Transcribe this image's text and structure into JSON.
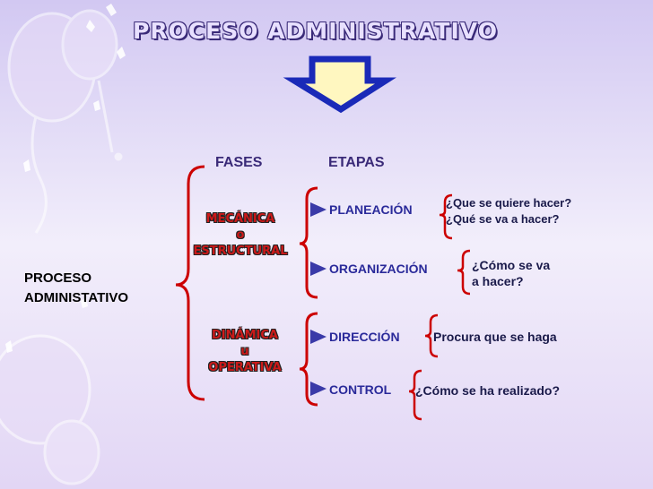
{
  "title": "PROCESO ADMINISTRATIVO",
  "column_headers": {
    "fases": "FASES",
    "etapas": "ETAPAS"
  },
  "root": {
    "line1": "PROCESO",
    "line2": "ADMINISTATIVO"
  },
  "phases": [
    {
      "line1": "MECÁNICA",
      "line2": "o",
      "line3": "ESTRUCTURAL"
    },
    {
      "line1": "DINÁMICA",
      "line2": "u",
      "line3": "OPERATIVA"
    }
  ],
  "stages": [
    {
      "name": "PLANEACIÓN",
      "questions": [
        "¿Que se quiere hacer?",
        "¿Qué se va a hacer?"
      ]
    },
    {
      "name": "ORGANIZACIÓN",
      "questions": [
        "¿Cómo se va",
        "a hacer?"
      ]
    },
    {
      "name": "DIRECCIÓN",
      "questions": [
        "Procura que se haga"
      ]
    },
    {
      "name": "CONTROL",
      "questions": [
        "¿Cómo se ha realizado?"
      ]
    }
  ],
  "colors": {
    "bracket": "#cc0000",
    "arrow": "#3a3aa8",
    "stage_text": "#2a2a9a",
    "down_arrow_fill": "#fff7c0",
    "down_arrow_stroke": "#1a2ab8"
  }
}
